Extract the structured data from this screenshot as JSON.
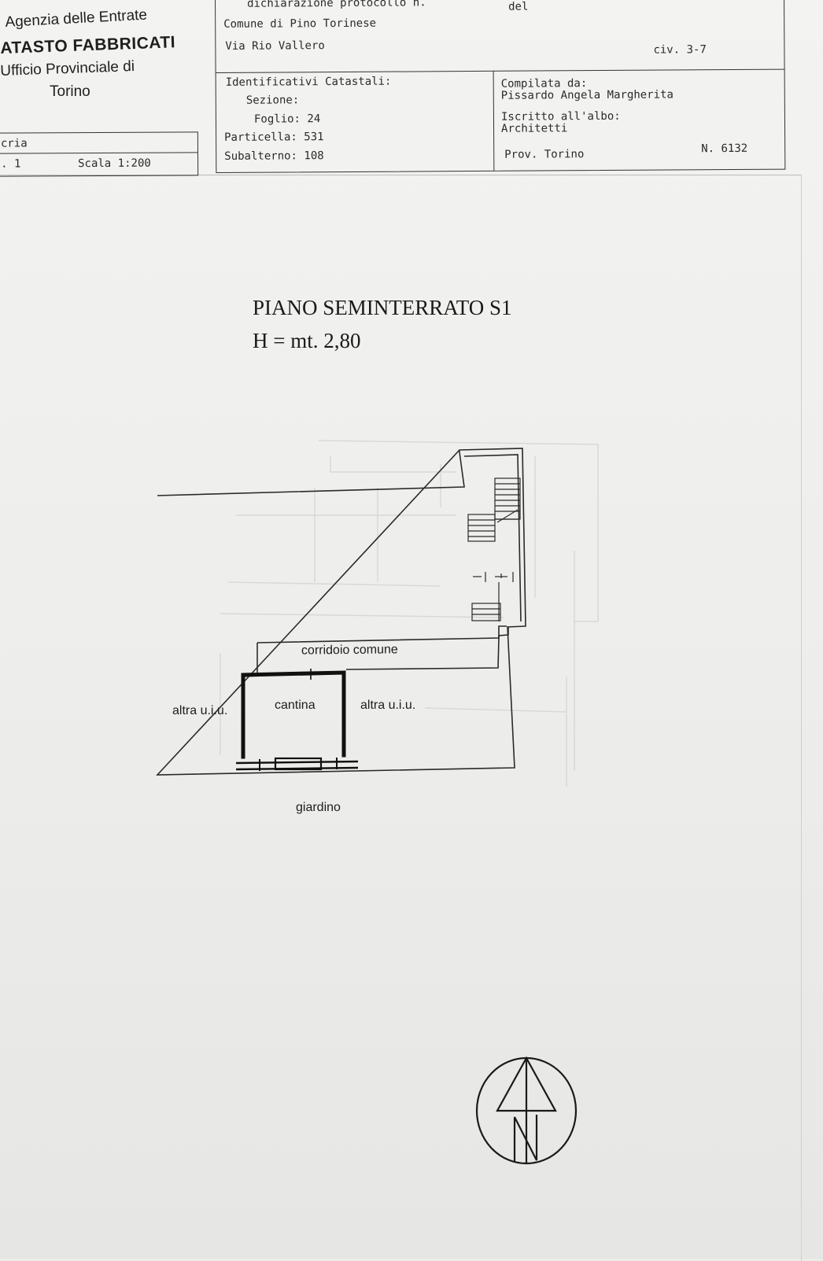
{
  "agency": {
    "line1": "Agenzia delle Entrate",
    "line2": "ATASTO FABBRICATI",
    "line3": "Ufficio Provinciale di",
    "line4": "Torino"
  },
  "left_box": {
    "row1": "cria",
    "row2_left": ". 1",
    "scale": "Scala 1:200"
  },
  "header": {
    "protocol": "dichiarazione protocollo n.",
    "del": "del",
    "comune": "Comune di Pino Torinese",
    "via": "Via Rio Vallero",
    "civ": "civ. 3-7",
    "ident_title": "Identificativi Catastali:",
    "sezione": "Sezione:",
    "foglio": "Foglio: 24",
    "particella": "Particella: 531",
    "subalterno": "Subalterno: 108",
    "compilata": "Compilata da:",
    "compiler_name": "Pissardo Angela Margherita",
    "iscritto": "Iscritto all'albo:",
    "albo": "Architetti",
    "prov": "Prov. Torino",
    "numero": "N. 6132"
  },
  "plan": {
    "title": "PIANO SEMINTERRATO S1",
    "height": "H = mt. 2,80",
    "labels": {
      "corridoio": "corridoio comune",
      "cantina": "cantina",
      "altra_left": "altra u.i.u.",
      "altra_right": "altra u.i.u.",
      "giardino": "giardino"
    },
    "north": "N"
  }
}
